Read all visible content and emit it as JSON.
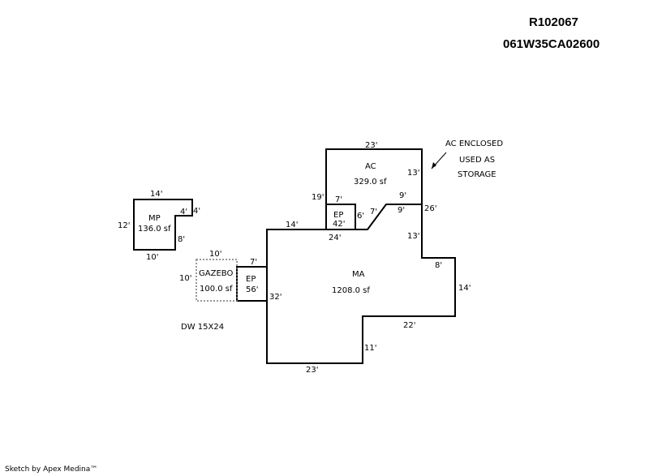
{
  "header": {
    "record_id": "R102067",
    "parcel_id": "061W35CA02600"
  },
  "areas": {
    "ac": {
      "code": "AC",
      "area": "329.0 sf"
    },
    "ma": {
      "code": "MA",
      "area": "1208.0 sf"
    },
    "mp": {
      "code": "MP",
      "area": "136.0 sf"
    },
    "ep_top": {
      "code": "EP",
      "area": "42'"
    },
    "ep_left": {
      "code": "EP",
      "area": "56'"
    },
    "gazebo": {
      "code": "GAZEBO",
      "area": "100.0 sf"
    }
  },
  "dimensions": {
    "ac_top": "23'",
    "ac_right": "13'",
    "ac_left": "19'",
    "ep_top_width": "7'",
    "ep_top_side": "6'",
    "diag": "7'",
    "notch": "9'",
    "notch_low": "9'",
    "right_upper": "26'",
    "ma_top_left": "14'",
    "ma_top_mid": "24'",
    "right_mid": "13'",
    "step_8": "8'",
    "right_lower": "14'",
    "bottom_mid": "22'",
    "bottom_step": "11'",
    "bottom": "23'",
    "ma_left": "32'",
    "ep_left_width": "7'",
    "gazebo_top": "10'",
    "gazebo_left": "10'",
    "mp_top": "14'",
    "mp_left": "12'",
    "mp_bottom": "10'",
    "mp_right_top": "4'",
    "mp_inner_4": "4'",
    "mp_inner_8": "8'"
  },
  "notes": {
    "ac_line1": "AC ENCLOSED",
    "ac_line2": "USED AS",
    "ac_line3": "STORAGE",
    "driveway": "DW 15X24"
  },
  "footer": {
    "credit": "Sketch by Apex Medina™"
  }
}
